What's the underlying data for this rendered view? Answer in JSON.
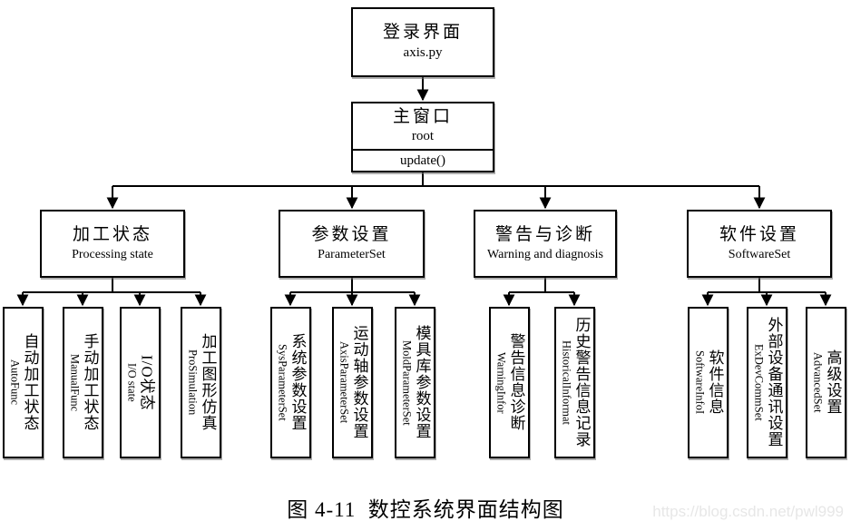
{
  "nodes": {
    "login": {
      "title": "登录界面",
      "subtitle": "axis.py"
    },
    "main": {
      "title": "主窗口",
      "subtitle": "root",
      "method": "update()"
    },
    "branches": [
      {
        "title": "加工状态",
        "subtitle": "Processing state",
        "children": [
          {
            "zh": "自动加工状态",
            "en": "AutoFunc"
          },
          {
            "zh": "手动加工状态",
            "en": "ManualFunc"
          },
          {
            "zh": "I/O状态",
            "en": "I/O state"
          },
          {
            "zh": "加工图形仿真",
            "en": "ProSimulation"
          }
        ]
      },
      {
        "title": "参数设置",
        "subtitle": "ParameterSet",
        "children": [
          {
            "zh": "系统参数设置",
            "en": "SysParameterSet"
          },
          {
            "zh": "运动轴参数设置",
            "en": "AxisParameterSet"
          },
          {
            "zh": "模具库参数设置",
            "en": "MoldParameterSet"
          }
        ]
      },
      {
        "title": "警告与诊断",
        "subtitle": "Warning and diagnosis",
        "children": [
          {
            "zh": "警告信息诊断",
            "en": "WarningInfor"
          },
          {
            "zh": "历史警告信息记录",
            "en": "HistoricalInformat"
          }
        ]
      },
      {
        "title": "软件设置",
        "subtitle": "SoftwareSet",
        "children": [
          {
            "zh": "软件信息",
            "en": "SoftwareInfoI"
          },
          {
            "zh": "外部设备通讯设置",
            "en": "ExDevCommSet"
          },
          {
            "zh": "高级设置",
            "en": "AdvancedSet"
          }
        ]
      }
    ]
  },
  "caption": "图 4-11  数控系统界面结构图",
  "watermark": "https://blog.csdn.net/pwl999"
}
